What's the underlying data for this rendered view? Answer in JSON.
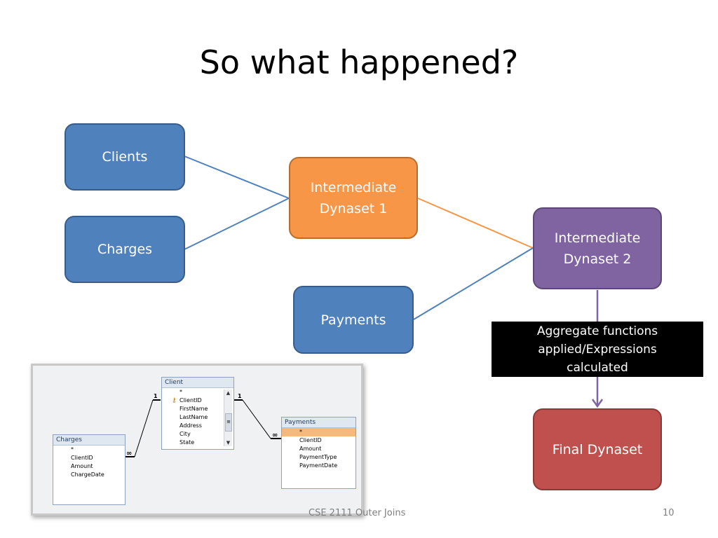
{
  "slide": {
    "title": "So what happened?",
    "footer": "CSE 2111 Outer Joins",
    "page_number": "10"
  },
  "diagram": {
    "nodes": {
      "clients": "Clients",
      "charges": "Charges",
      "intermediate1": "Intermediate\nDynaset 1",
      "payments": "Payments",
      "intermediate2": "Intermediate\nDynaset 2",
      "final": "Final Dynaset"
    },
    "callout": "Aggregate functions\napplied/Expressions\ncalculated",
    "colors": {
      "blue": "#4f81bd",
      "orange": "#f79646",
      "purple": "#8064a2",
      "red": "#c0504d"
    }
  },
  "relationships_screenshot": {
    "client_table": {
      "title": "Client",
      "fields": [
        "*",
        "ClientID",
        "FirstName",
        "LastName",
        "Address",
        "City",
        "State"
      ],
      "primary_key": "ClientID"
    },
    "charges_table": {
      "title": "Charges",
      "fields": [
        "*",
        "ClientID",
        "Amount",
        "ChargeDate"
      ]
    },
    "payments_table": {
      "title": "Payments",
      "fields": [
        "*",
        "ClientID",
        "Amount",
        "PaymentType",
        "PaymentDate"
      ]
    },
    "cardinality": {
      "one": "1",
      "many": "∞"
    }
  }
}
